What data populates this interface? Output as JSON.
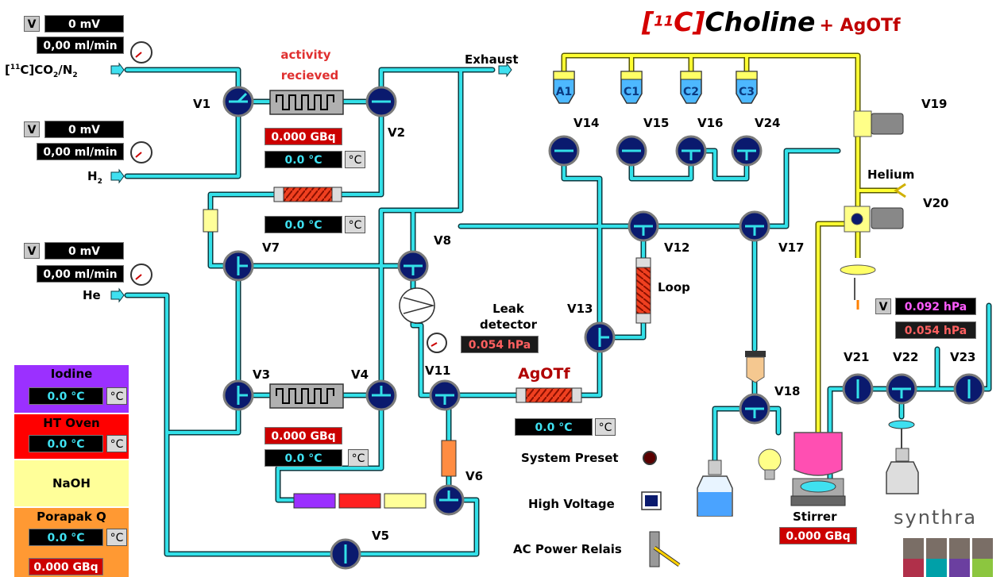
{
  "title": {
    "bracket_open": "[",
    "sup": "11",
    "elem": "C",
    "bracket_close": "]",
    "name": "Choline",
    "suffix": "+ AgOTf"
  },
  "labels": {
    "activity": "activity",
    "recieved": "recieved",
    "exhaust": "Exhaust",
    "helium": "Helium",
    "loop": "Loop",
    "agotf": "AgOTf",
    "leak1": "Leak",
    "leak2": "detector",
    "system_preset": "System Preset",
    "high_voltage": "High Voltage",
    "ac_power": "AC Power Relais",
    "stirrer": "Stirrer",
    "brand": "synthra"
  },
  "gas_inlets": [
    {
      "btn": "V",
      "mv": "0 mV",
      "flow": "0,00 ml/min",
      "gas_pre": "[",
      "gas_sup": "11",
      "gas_mid": "C]CO",
      "gas_sub1": "2",
      "gas_slash": "/N",
      "gas_sub2": "2"
    },
    {
      "btn": "V",
      "mv": "0 mV",
      "flow": "0,00 ml/min",
      "gas": "H",
      "gas_sub": "2"
    },
    {
      "btn": "V",
      "mv": "0 mV",
      "flow": "0,00 ml/min",
      "gas": "He"
    }
  ],
  "readings": {
    "trap_gbq": "0.000 GBq",
    "trap_temp": "0.0 °C",
    "col_temp": "0.0 °C",
    "oven2_gbq": "0.000 GBq",
    "oven2_temp": "0.0 °C",
    "agotf_temp": "0.0 °C",
    "leak_hpa": "0.054 hPa",
    "pressure1": "0.092 hPa",
    "pressure2": "0.054 hPa",
    "stirrer_gbq": "0.000 GBq",
    "unit": "°C",
    "v_btn": "V"
  },
  "panels": [
    {
      "name": "Iodine",
      "color": "#9b30ff",
      "temp": "0.0 °C",
      "unit": "°C"
    },
    {
      "name": "HT Oven",
      "color": "#ff0000",
      "temp": "0.0 °C",
      "unit": "°C"
    },
    {
      "name": "NaOH",
      "color": "#ffff99"
    },
    {
      "name": "Porapak Q",
      "color": "#ff9933",
      "temp": "0.0 °C",
      "unit": "°C",
      "gbq": "0.000 GBq"
    }
  ],
  "reagents": [
    "A1",
    "C1",
    "C2",
    "C3"
  ],
  "valves": {
    "v1": "V1",
    "v2": "V2",
    "v3": "V3",
    "v4": "V4",
    "v5": "V5",
    "v6": "V6",
    "v7": "V7",
    "v8": "V8",
    "v11": "V11",
    "v12": "V12",
    "v13": "V13",
    "v14": "V14",
    "v15": "V15",
    "v16": "V16",
    "v17": "V17",
    "v18": "V18",
    "v19": "V19",
    "v20": "V20",
    "v21": "V21",
    "v22": "V22",
    "v23": "V23",
    "v24": "V24"
  },
  "colors": {
    "pipe": "#33e0e8",
    "pipe_dark": "#0a3a40",
    "gas_line": "#ffff33",
    "valve": "#0a1a6e",
    "accent_red": "#d40000"
  }
}
